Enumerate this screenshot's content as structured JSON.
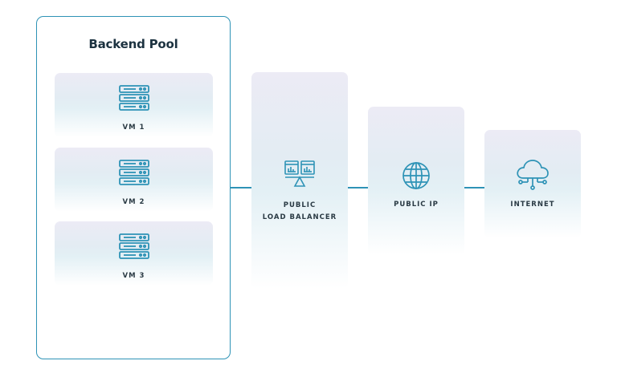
{
  "backend_pool": {
    "title": "Backend Pool",
    "vms": [
      {
        "label": "VM 1",
        "icon": "server-icon"
      },
      {
        "label": "VM 2",
        "icon": "server-icon"
      },
      {
        "label": "VM 3",
        "icon": "server-icon"
      }
    ]
  },
  "nodes": {
    "load_balancer": {
      "line1": "PUBLIC",
      "line2": "LOAD BALANCER",
      "icon": "load-balancer-icon"
    },
    "public_ip": {
      "label": "PUBLIC IP",
      "icon": "globe-icon"
    },
    "internet": {
      "label": "INTERNET",
      "icon": "cloud-network-icon"
    }
  },
  "colors": {
    "accent": "#2e93b6",
    "title_text": "#1c3240",
    "label_text": "#2a3a44",
    "card_top": "#ecebf5",
    "card_mid": "#e3f0f5"
  }
}
